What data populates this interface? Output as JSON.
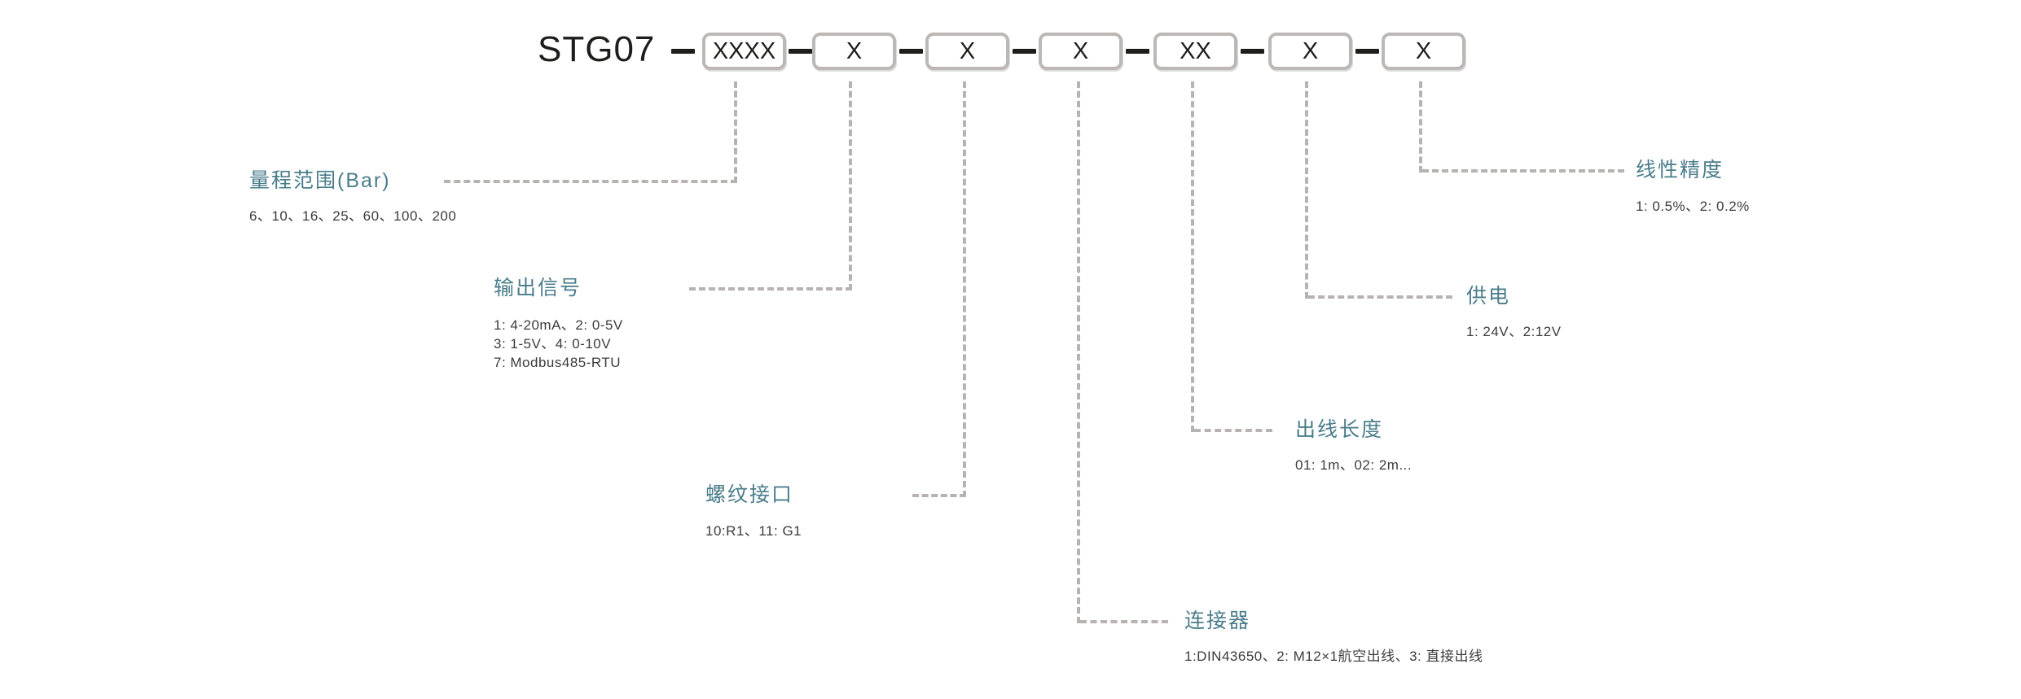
{
  "product_code": {
    "prefix": "STG07",
    "boxes": [
      "XXXX",
      "X",
      "X",
      "X",
      "XX",
      "X",
      "X"
    ]
  },
  "sections": [
    {
      "id": "range",
      "title": "量程范围(Bar)",
      "lines": [
        "6、10、16、25、60、100、200"
      ]
    },
    {
      "id": "output-signal",
      "title": "输出信号",
      "lines": [
        "1: 4-20mA、2: 0-5V",
        "3: 1-5V、4: 0-10V",
        "7: Modbus485-RTU"
      ]
    },
    {
      "id": "thread-port",
      "title": "螺纹接口",
      "lines": [
        "10:R1、11: G1"
      ]
    },
    {
      "id": "connector",
      "title": "连接器",
      "lines": [
        "1:DIN43650、2: M12×1航空出线、3: 直接出线"
      ]
    },
    {
      "id": "cable-length",
      "title": "出线长度",
      "lines": [
        "01: 1m、02: 2m..."
      ]
    },
    {
      "id": "power-supply",
      "title": "供电",
      "lines": [
        "1: 24V、2:12V"
      ]
    },
    {
      "id": "linearity",
      "title": "线性精度",
      "lines": [
        "1: 0.5%、2: 0.2%"
      ]
    }
  ],
  "colors": {
    "accent_teal": "#4a7d8b",
    "body_text": "#3c3c3c",
    "code_text": "#1d1d1b",
    "box_border": "#bcb8b5",
    "leader_line": "#b7b3b0",
    "background": "#ffffff"
  }
}
